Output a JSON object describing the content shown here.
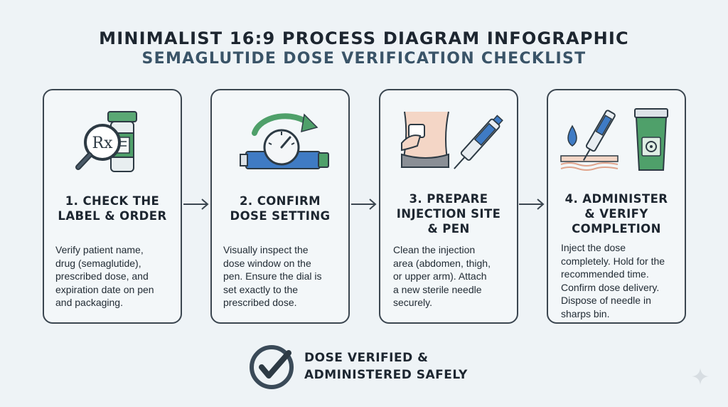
{
  "header": {
    "title": "MINIMALIST 16:9 PROCESS DIAGRAM INFOGRAPHIC",
    "subtitle": "SEMAGLUTIDE DOSE VERIFICATION CHECKLIST"
  },
  "steps": [
    {
      "title": "1. CHECK THE\nLABEL & ORDER",
      "description": "Verify patient name,\ndrug (semaglutide),\nprescribed dose, and\nexpiration date on pen\nand packaging.",
      "icon_label": "Rx",
      "icon": "magnifier-rx-bottle-icon"
    },
    {
      "title": "2. CONFIRM\nDOSE SETTING",
      "description": "Visually inspect the\ndose window on the\npen. Ensure the dial is\nset exactly to the\nprescribed dose.",
      "icon": "pen-dose-dial-icon"
    },
    {
      "title": "3. PREPARE\nINJECTION SITE\n& PEN",
      "description": "Clean the injection\narea (abdomen, thigh,\nor upper arm). Attach\na new sterile needle\nsecurely.",
      "icon": "injection-site-pen-icon"
    },
    {
      "title": "4. ADMINISTER\n& VERIFY\nCOMPLETION",
      "description": "Inject the dose\ncompletely. Hold for the\nrecommended time.\nConfirm dose delivery.\nDispose of needle in\nsharps bin.",
      "icon": "injection-sharps-bin-icon"
    }
  ],
  "footer": {
    "text": "DOSE VERIFIED &\nADMINISTERED SAFELY",
    "icon": "check-circle-icon"
  },
  "colors": {
    "background": "#eef3f6",
    "border": "#3b4650",
    "accent_green": "#4fa06a",
    "accent_blue": "#3f7bc4",
    "title": "#1d2630",
    "subtitle": "#3a5468"
  }
}
